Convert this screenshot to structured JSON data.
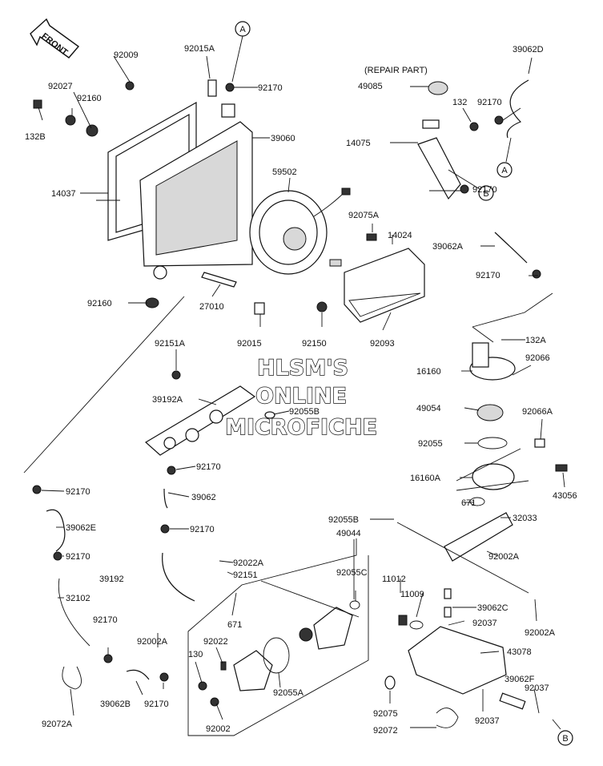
{
  "front_label": "FRONT",
  "repair_part": "(REPAIR PART)",
  "watermark": [
    "HLSM'S",
    "ONLINE",
    "MICROFICHE"
  ],
  "ref_markers": [
    "A",
    "B"
  ],
  "labels": [
    "92009",
    "92015A",
    "92027",
    "92160",
    "132B",
    "92170",
    "39060",
    "14037",
    "59502",
    "92160",
    "27010",
    "92015",
    "92150",
    "92151A",
    "39192A",
    "92055B",
    "92170",
    "39062",
    "92170",
    "92170",
    "39062E",
    "92170",
    "39192",
    "92022A",
    "92151",
    "92002A",
    "671",
    "32102",
    "92170",
    "39062B",
    "92170",
    "92072A",
    "92022",
    "130",
    "92002",
    "92055A",
    "49044",
    "92055C",
    "92055B",
    "11012",
    "11009",
    "39062C",
    "92037",
    "43078",
    "92075",
    "92072",
    "92037",
    "39062F",
    "92037",
    "32033",
    "92002A",
    "92002A",
    "671",
    "16160A",
    "43056",
    "92055",
    "49054",
    "92066A",
    "16160",
    "132A",
    "92066",
    "92170",
    "39062A",
    "92170",
    "14024",
    "92093",
    "92075A",
    "49085",
    "132",
    "92170",
    "14075",
    "39062D"
  ]
}
